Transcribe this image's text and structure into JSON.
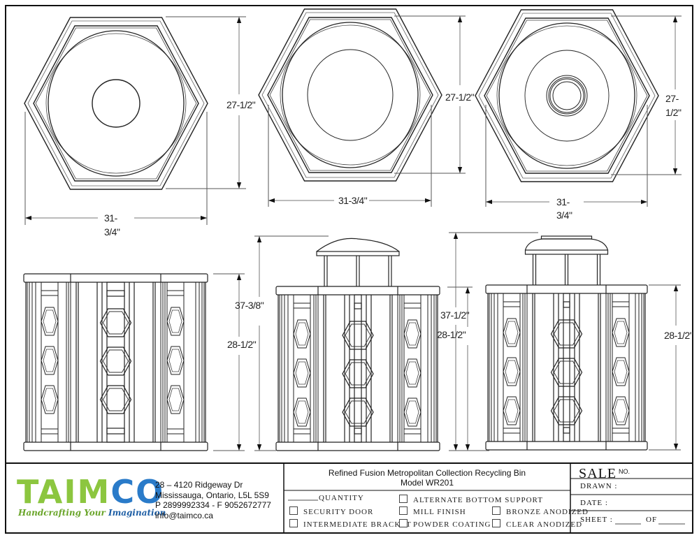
{
  "sheet": {
    "colors": {
      "line": "#1a1a1a",
      "logo_green": "#8cc63f",
      "logo_blue": "#2a7bc9",
      "tagline_green": "#6aa52a",
      "tagline_blue": "#1f5fa5"
    },
    "views": {
      "top_view_1": {
        "width_dim": "31-\n3/4\"",
        "height_dim": "27-1/2\"",
        "lid_type": "small-round-opening"
      },
      "top_view_2": {
        "width_dim": "31-3/4\"",
        "height_dim": "27-1/2\"",
        "lid_type": "large-round-opening"
      },
      "top_view_3": {
        "width_dim": "31-\n3/4\"",
        "height_dim": "27-\n1/2\"",
        "lid_type": "dome-with-ring"
      },
      "elevation_1": {
        "height_dim": "28-1/2\"",
        "has_dome": false
      },
      "elevation_2": {
        "overall_dim": "37-3/8\"",
        "height_dim": "28-1/2\"",
        "left_dim": "28-1/2\"",
        "has_dome": true
      },
      "elevation_3": {
        "overall_dim": "37-1/2\"",
        "left_dim": "28-1/2\"",
        "height_dim": "28-1/2\"",
        "has_dome": true
      }
    }
  },
  "dims": {
    "tv1_w1": "31-",
    "tv1_w2": "3/4\"",
    "tv1_h": "27-1/2\"",
    "tv2_w": "31-3/4\"",
    "tv2_h": "27-1/2\"",
    "tv3_w1": "31-",
    "tv3_w2": "3/4\"",
    "tv3_h1": "27-",
    "tv3_h2": "1/2\"",
    "el1_h": "28-1/2\"",
    "el2_overall": "37-3/8\"",
    "el2_left": "28-1/2\"",
    "el3_overall": "37-1/2\"",
    "el3_left": "28-1/2\"",
    "el3_h": "28-1/2\""
  },
  "titleblock": {
    "logo": {
      "letters_green": "TAIM",
      "letters_blue": "CO",
      "tagline_part1": "Handcrafting Your ",
      "tagline_part2": "Imagination"
    },
    "address": [
      "28 – 4120 Ridgeway Dr",
      "Mississauga, Ontario, L5L 5S9",
      "P 2899992334 - F 9052672777",
      "info@taimco.ca"
    ],
    "title_line1": "Refined Fusion Metropolitan Collection Recycling Bin",
    "title_line2": "Model WR201",
    "quantity_label": "QUANTITY",
    "options": {
      "security_door": "SECURITY DOOR",
      "intermediate_bracket": "INTERMEDIATE BRACKET",
      "alternate_bottom_support": "ALTERNATE BOTTOM SUPPORT",
      "mill_finish": "MILL FINISH",
      "powder_coating": "POWDER COATING",
      "bronze_anodized": "BRONZE ANODIZED",
      "clear_anodized": "CLEAR ANODIZED"
    },
    "sale_label": "SALE",
    "sale_no": "NO.",
    "drawn_label": "DRAWN :",
    "date_label": "DATE :",
    "sheet_label": "SHEET :",
    "of_label": "OF"
  }
}
